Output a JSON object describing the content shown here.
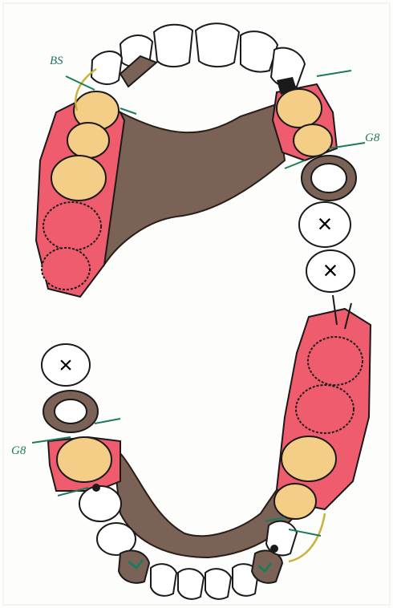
{
  "colors": {
    "denture_base": "#ee5c6e",
    "framework": "#7a6257",
    "abutment_tooth": "#f4cd87",
    "natural_tooth": "#ffffff",
    "outline": "#1a1a1a",
    "annotation": "#1f7a5c",
    "clasp_wire": "#c9b23a"
  },
  "labels": {
    "upper_left": "BS",
    "upper_right": "G8",
    "lower_left": "G8"
  },
  "markers": {
    "missing_tooth": "×"
  }
}
